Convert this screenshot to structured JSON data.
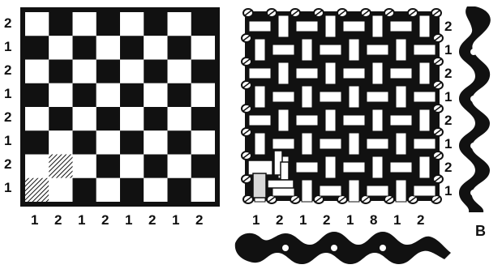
{
  "figure": {
    "checkerboard": {
      "rows": 8,
      "cols": 8,
      "row_labels": [
        "2",
        "1",
        "2",
        "1",
        "2",
        "1",
        "2",
        "1"
      ],
      "col_labels": [
        "1",
        "2",
        "1",
        "2",
        "1",
        "2",
        "1",
        "2"
      ],
      "square_colors": {
        "dark": "#111111",
        "light": "#ffffff"
      },
      "hatched_squares": [
        {
          "row": 7,
          "col": 1
        },
        {
          "row": 8,
          "col": 0
        }
      ]
    },
    "woven_board": {
      "rows": 8,
      "cols": 8,
      "row_labels": [
        "2",
        "1",
        "2",
        "1",
        "2",
        "1",
        "2",
        "1"
      ],
      "col_labels": [
        "1",
        "2",
        "1",
        "2",
        "1",
        "8",
        "1",
        "2"
      ]
    },
    "strip_label": "B"
  }
}
